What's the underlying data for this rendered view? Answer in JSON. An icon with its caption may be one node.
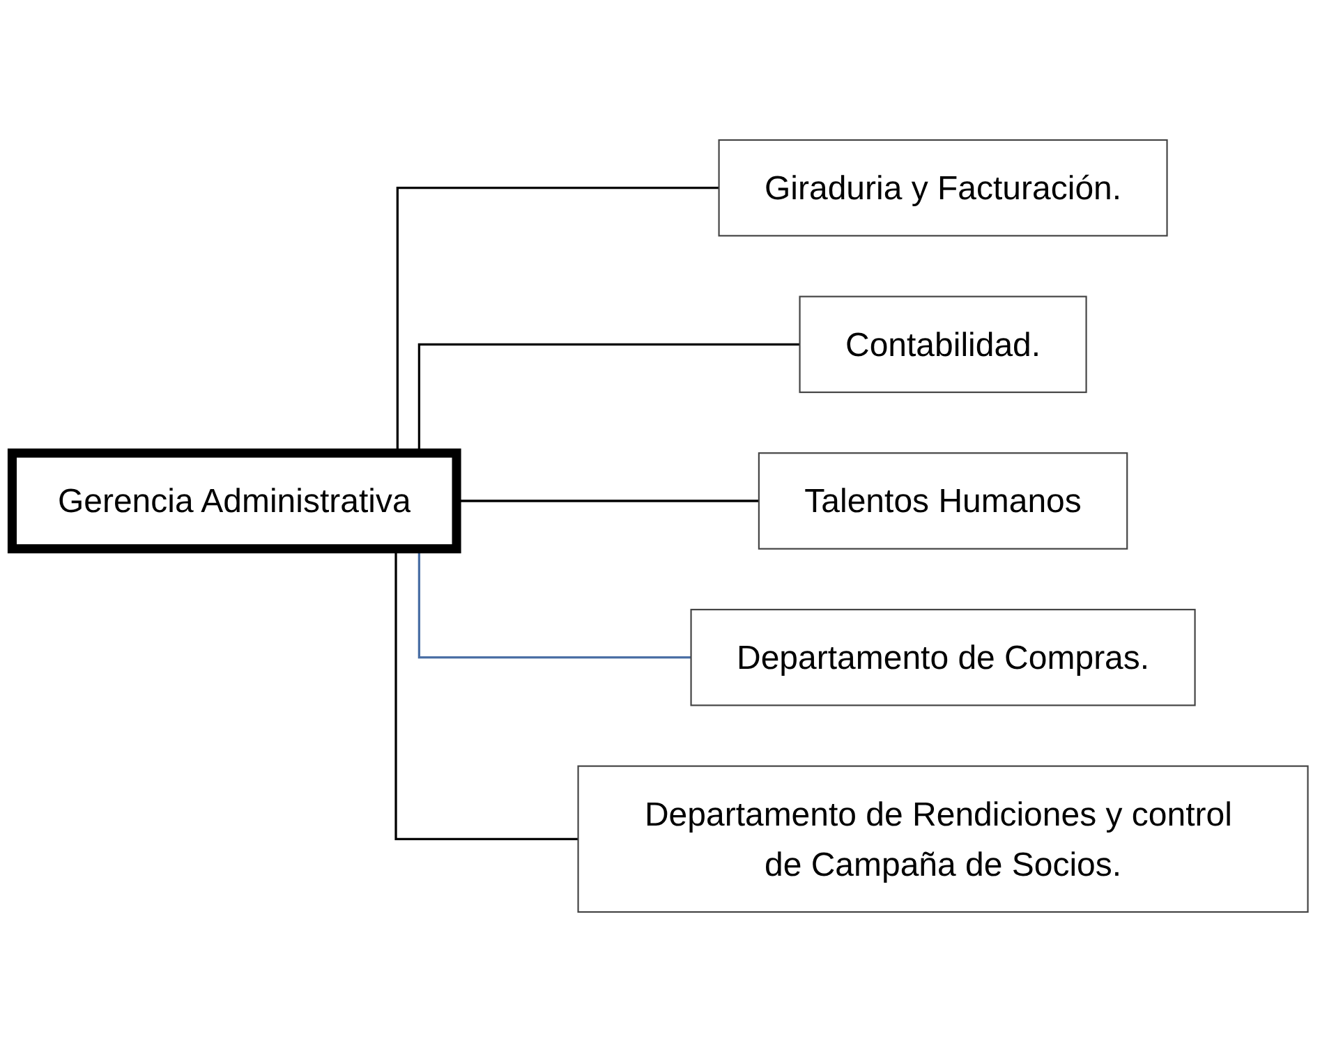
{
  "diagram": {
    "nodes": [
      {
        "text": [
          "Gerencia Administrativa"
        ]
      },
      {
        "text": [
          "Giraduria y Facturación."
        ]
      },
      {
        "text": [
          "Contabilidad."
        ]
      },
      {
        "text": [
          "Talentos Humanos"
        ]
      },
      {
        "text": [
          "Departamento de Compras."
        ]
      },
      {
        "text": [
          "Departamento de Rendiciones y control de Campaña de Socios."
        ]
      }
    ],
    "edges": [
      {
        "from": 0,
        "to": 1,
        "arrow": "none"
      },
      {
        "from": 0,
        "to": 2,
        "arrow": "none"
      },
      {
        "from": 0,
        "to": 3,
        "arrow": "none"
      },
      {
        "from": 0,
        "to": 4,
        "arrow": "none",
        "color": "#4a6fa5"
      },
      {
        "from": 0,
        "to": 5,
        "arrow": "none"
      }
    ]
  }
}
